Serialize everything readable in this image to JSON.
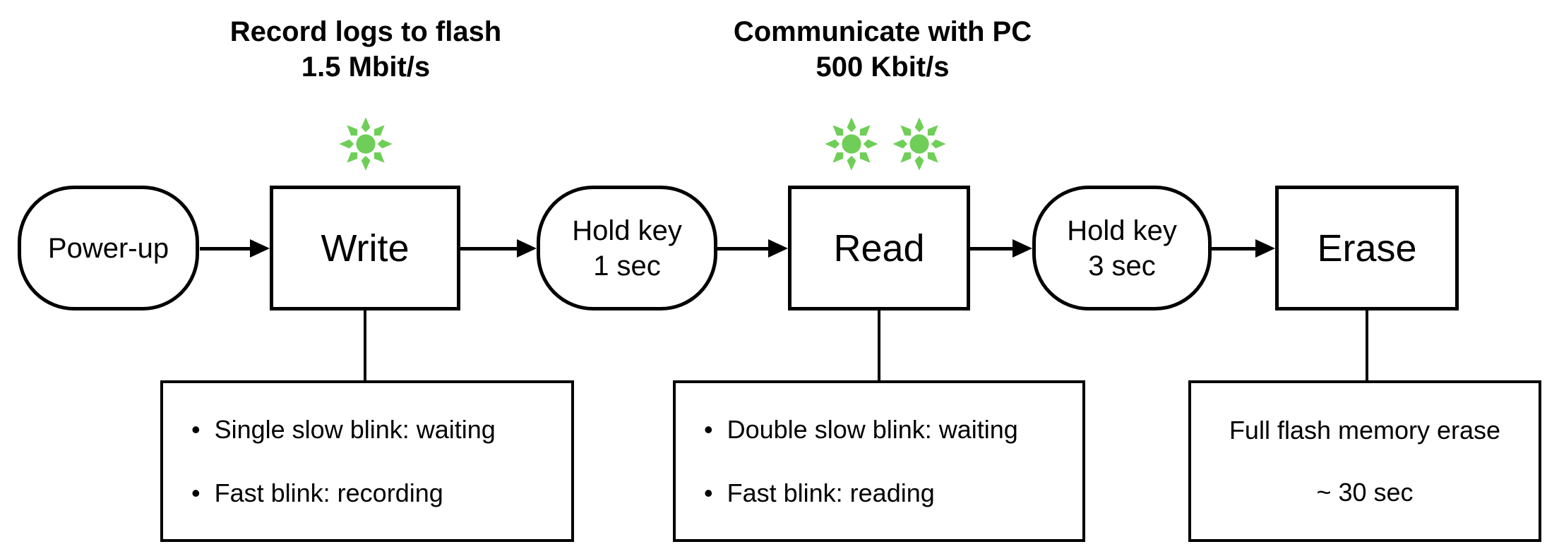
{
  "diagram": {
    "colors": {
      "led_green": "#6fce58",
      "stroke": "#000000",
      "background": "#ffffff"
    },
    "captions": {
      "write": {
        "line1": "Record logs to flash",
        "line2": "1.5 Mbit/s"
      },
      "read": {
        "line1": "Communicate with PC",
        "line2": "500 Kbit/s"
      }
    },
    "nodes": {
      "powerup": {
        "label": "Power-up"
      },
      "write": {
        "label": "Write"
      },
      "hold1": {
        "line1": "Hold key",
        "line2": "1 sec"
      },
      "read": {
        "label": "Read"
      },
      "hold3": {
        "line1": "Hold key",
        "line2": "3 sec"
      },
      "erase": {
        "label": "Erase"
      }
    },
    "notes": {
      "write": {
        "bullets": [
          "Single slow blink: waiting",
          "Fast blink: recording"
        ]
      },
      "read": {
        "bullets": [
          "Double slow blink: waiting",
          "Fast blink: reading"
        ]
      },
      "erase": {
        "line1": "Full flash memory erase",
        "line2": "~ 30 sec"
      }
    }
  }
}
